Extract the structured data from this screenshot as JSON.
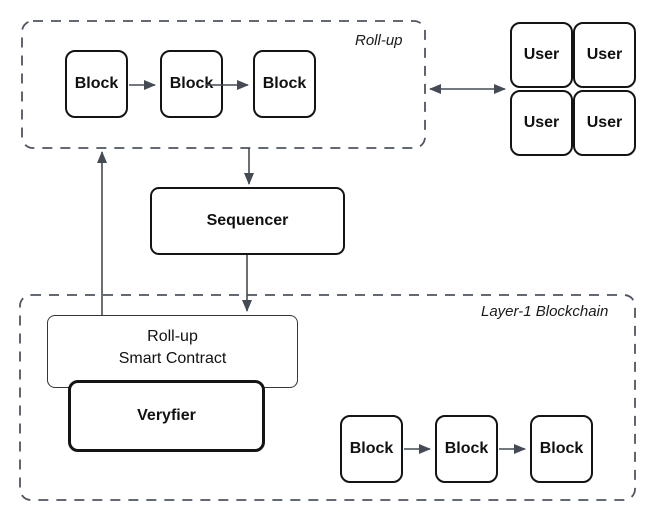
{
  "diagram": {
    "rollup_group": {
      "label": "Roll-up"
    },
    "layer1_group": {
      "label": "Layer-1 Blockchain"
    },
    "rollup_blocks": [
      {
        "label": "Block"
      },
      {
        "label": "Block"
      },
      {
        "label": "Block"
      }
    ],
    "users": [
      {
        "label": "User"
      },
      {
        "label": "User"
      },
      {
        "label": "User"
      },
      {
        "label": "User"
      }
    ],
    "sequencer": {
      "label": "Sequencer"
    },
    "smart_contract": {
      "line1": "Roll-up",
      "line2": "Smart Contract"
    },
    "verifier": {
      "label": "Veryfier"
    },
    "layer1_blocks": [
      {
        "label": "Block"
      },
      {
        "label": "Block"
      },
      {
        "label": "Block"
      }
    ],
    "colors": {
      "node_border": "#141414",
      "group_border": "#4f5560",
      "arrow": "#454b54",
      "text": "#111111",
      "background": "#ffffff"
    }
  }
}
